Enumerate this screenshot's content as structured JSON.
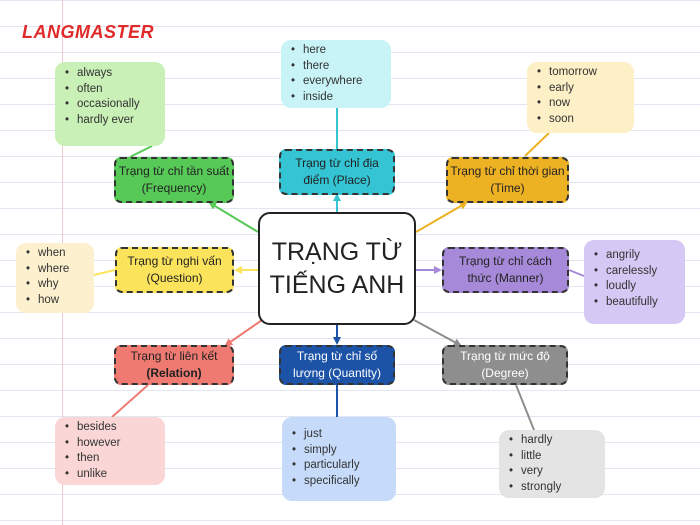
{
  "brand": {
    "logo_text": "LANGMASTER",
    "color": "#e02a2a"
  },
  "center": {
    "line1": "TRẠNG TỪ",
    "line2": "TIẾNG ANH"
  },
  "categories": {
    "frequency": {
      "line1": "Trạng từ chỉ tần suất",
      "line2": "(Frequency)",
      "color": "#57c957",
      "items": [
        "always",
        "often",
        "occasionally",
        "hardly ever"
      ],
      "list_bg": "#c9f0b6"
    },
    "place": {
      "line1": "Trạng từ chỉ địa",
      "line2": "điểm (Place)",
      "color": "#34c4d4",
      "items": [
        "here",
        "there",
        "everywhere",
        "inside"
      ],
      "list_bg": "#c8f3f7"
    },
    "time": {
      "line1": "Trạng từ chỉ thời gian",
      "line2": "(Time)",
      "color": "#edb224",
      "items": [
        "tomorrow",
        "early",
        "now",
        "soon"
      ],
      "list_bg": "#fdefc6"
    },
    "question": {
      "line1": "Trạng từ nghi vấn",
      "line2": "(Question)",
      "color": "#fbe45c",
      "items": [
        "when",
        "where",
        "why",
        "how"
      ],
      "list_bg": "#fdf0ce"
    },
    "manner": {
      "line1": "Trạng từ chỉ cách",
      "line2": "thức (Manner)",
      "color": "#a689d8",
      "items": [
        "angrily",
        "carelessly",
        "loudly",
        "beautifully"
      ],
      "list_bg": "#d6c8f4"
    },
    "relation": {
      "line1": "Trạng từ liên kết",
      "line2": "(Relation)",
      "color": "#ee7a72",
      "items": [
        "besides",
        "however",
        "then",
        "unlike"
      ],
      "list_bg": "#fad6d6"
    },
    "quantity": {
      "line1": "Trạng từ chỉ số",
      "line2": "lượng (Quantity)",
      "color": "#1c53a6",
      "items": [
        "just",
        "simply",
        "particularly",
        "specifically"
      ],
      "list_bg": "#c6dbfa"
    },
    "degree": {
      "line1": "Trạng từ mức độ",
      "line2": "(Degree)",
      "color": "#8e8e8e",
      "items": [
        "hardly",
        "little",
        "very",
        "strongly"
      ],
      "list_bg": "#e4e4e4"
    }
  }
}
